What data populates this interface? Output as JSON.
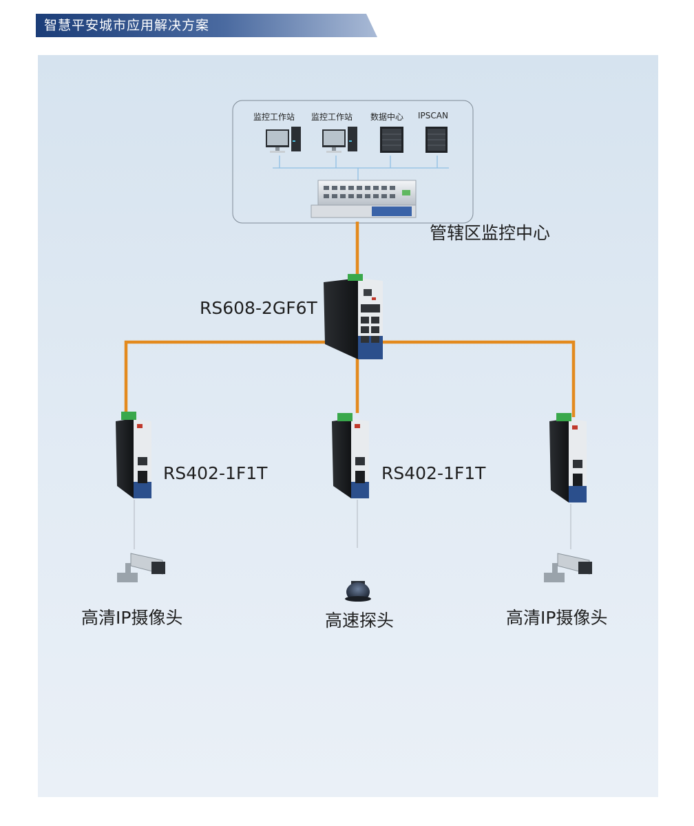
{
  "header": {
    "title": "智慧平安城市应用解决方案"
  },
  "colors": {
    "banner_dark": "#1b3d78",
    "banner_light": "#9fb1d0",
    "link_orange": "#e38a1e",
    "canvas_bg": "#dbe6f1"
  },
  "monitor_center": {
    "label": "管辖区监控中心",
    "devices": [
      {
        "label": "监控工作站",
        "icon": "workstation-icon"
      },
      {
        "label": "监控工作站",
        "icon": "workstation-icon"
      },
      {
        "label": "数据中心",
        "icon": "server-rack-icon"
      },
      {
        "label": "IPSCAN",
        "icon": "server-rack-icon"
      }
    ],
    "core_switch_icon": "rack-switch-icon"
  },
  "main_switch": {
    "label": "RS608-2GF6T",
    "icon": "industrial-switch-icon"
  },
  "edge_switches": [
    {
      "label": "RS402-1F1T",
      "icon": "din-rail-switch-icon"
    },
    {
      "label": "RS402-1F1T",
      "icon": "din-rail-switch-icon"
    },
    {
      "label": "",
      "icon": "din-rail-switch-icon"
    }
  ],
  "endpoints": [
    {
      "label": "高清IP摄像头",
      "icon": "ip-camera-icon"
    },
    {
      "label": "高速探头",
      "icon": "dome-camera-icon"
    },
    {
      "label": "高清IP摄像头",
      "icon": "ip-camera-icon"
    }
  ]
}
